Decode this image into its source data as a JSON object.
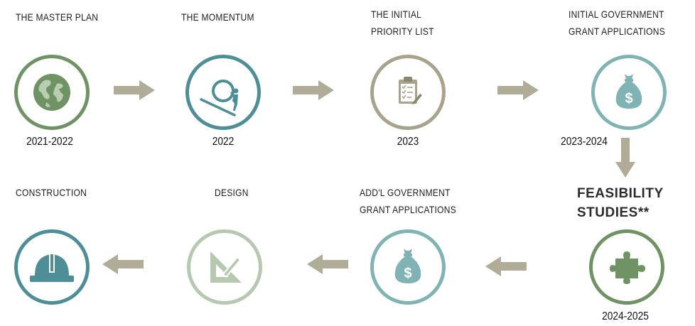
{
  "colors": {
    "green": "#6f9365",
    "teal": "#4e8f97",
    "taupe": "#a8a38d",
    "lightteal": "#7fb3b4",
    "lightgreen": "#b6c9b0",
    "arrow": "#b0ac98"
  },
  "steps": [
    {
      "title": "THE MASTER PLAN",
      "year": "2021-2022",
      "icon": "globe-icon"
    },
    {
      "title": "THE MOMENTUM",
      "year": "2022",
      "icon": "pushing-boulder-icon"
    },
    {
      "title": "THE INITIAL\nPRIORITY LIST",
      "year": "2023",
      "icon": "clipboard-checklist-icon"
    },
    {
      "title": "INITIAL GOVERNMENT\nGRANT APPLICATIONS",
      "year": "2023-2024",
      "icon": "money-bag-icon"
    },
    {
      "title": "FEASIBILITY\nSTUDIES**",
      "year": "2024-2025",
      "icon": "puzzle-piece-icon"
    },
    {
      "title": "ADD'L GOVERNMENT\nGRANT APPLICATIONS",
      "year": "",
      "icon": "money-bag-icon"
    },
    {
      "title": "DESIGN",
      "year": "",
      "icon": "drafting-triangle-icon"
    },
    {
      "title": "CONSTRUCTION",
      "year": "",
      "icon": "hard-hat-icon"
    }
  ]
}
